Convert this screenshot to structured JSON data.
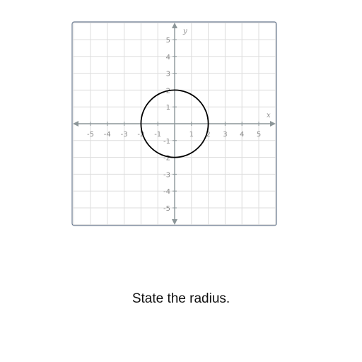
{
  "graph": {
    "x_range": [
      -6,
      6
    ],
    "y_range": [
      -6,
      6
    ],
    "grid_step": 1,
    "tick_labels": [
      -5,
      -4,
      -3,
      -2,
      -1,
      1,
      2,
      3,
      4,
      5
    ],
    "x_axis_label": "x",
    "y_axis_label": "y",
    "circle": {
      "center": [
        0,
        0
      ],
      "radius": 2
    },
    "colors": {
      "grid": "#dddddd",
      "axis": "#8c9699",
      "frame": "#6a7a90",
      "curve": "#000000"
    }
  },
  "question": "State the radius."
}
